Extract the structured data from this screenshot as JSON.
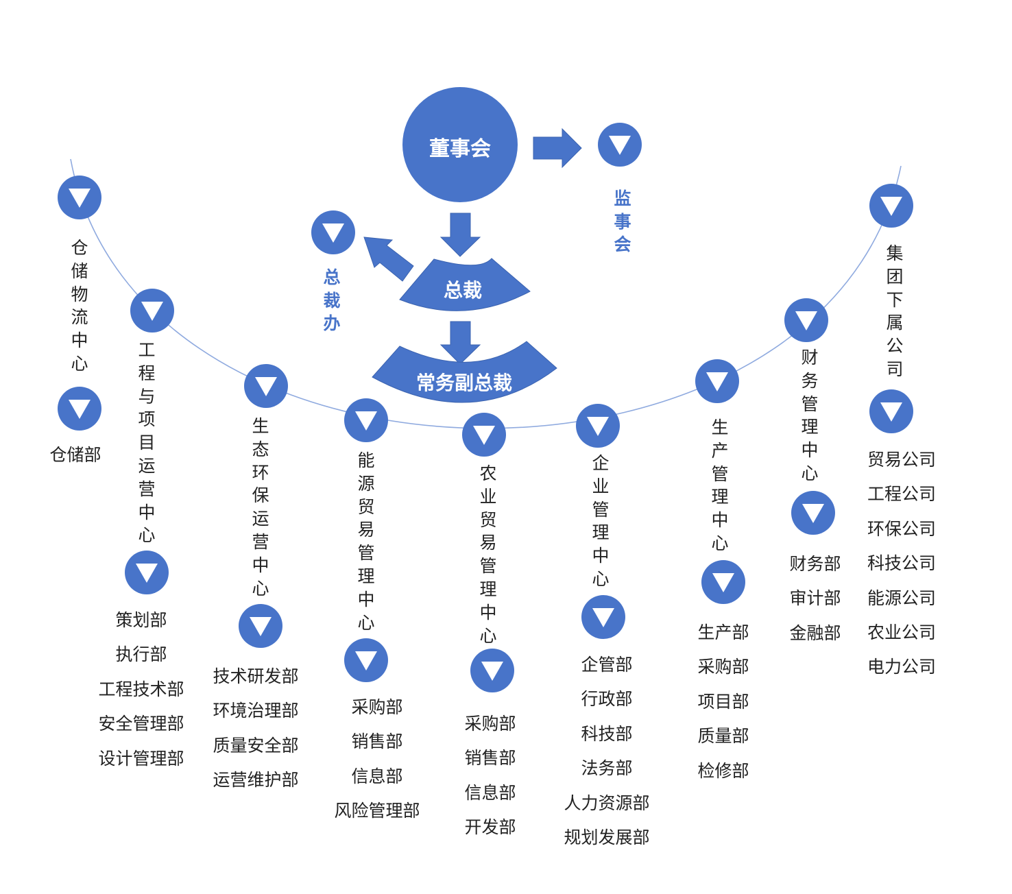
{
  "top": {
    "board": "董事会",
    "supervisory": "监事会",
    "president": "总裁",
    "president_office": "总裁办",
    "evp": "常务副总裁"
  },
  "colors": {
    "accent": "#4874C9",
    "line": "#8FAADF"
  },
  "centers": [
    {
      "name": "仓储物流中心",
      "departments": [
        "仓储部"
      ]
    },
    {
      "name": "工程与项目运营中心",
      "departments": [
        "策划部",
        "执行部",
        "工程技术部",
        "安全管理部",
        "设计管理部"
      ]
    },
    {
      "name": "生态环保运营中心",
      "departments": [
        "技术研发部",
        "环境治理部",
        "质量安全部",
        "运营维护部"
      ]
    },
    {
      "name": "能源贸易管理中心",
      "departments": [
        "采购部",
        "销售部",
        "信息部",
        "风险管理部"
      ]
    },
    {
      "name": "农业贸易管理中心",
      "departments": [
        "采购部",
        "销售部",
        "信息部",
        "开发部"
      ]
    },
    {
      "name": "企业管理中心",
      "departments": [
        "企管部",
        "行政部",
        "科技部",
        "法务部",
        "人力资源部",
        "规划发展部"
      ]
    },
    {
      "name": "生产管理中心",
      "departments": [
        "生产部",
        "采购部",
        "项目部",
        "质量部",
        "检修部"
      ]
    },
    {
      "name": "财务管理中心",
      "departments": [
        "财务部",
        "审计部",
        "金融部"
      ]
    },
    {
      "name": "集团下属公司",
      "departments": [
        "贸易公司",
        "工程公司",
        "环保公司",
        "科技公司",
        "能源公司",
        "农业公司",
        "电力公司"
      ]
    }
  ]
}
